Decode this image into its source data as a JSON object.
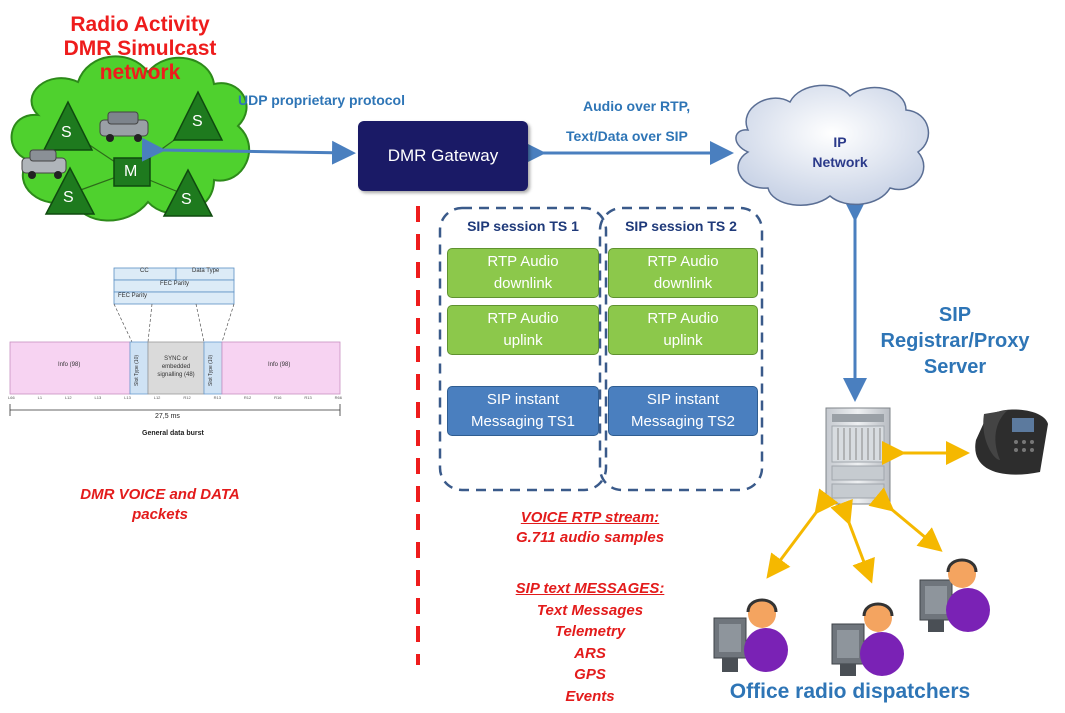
{
  "network": {
    "title_line1": "Radio Activity",
    "title_line2": "DMR Simulcast",
    "title_line3": "network",
    "site_s": "S",
    "site_m": "M"
  },
  "links": {
    "udp": "UDP proprietary protocol",
    "audio_rtp": "Audio over RTP,",
    "text_sip": "Text/Data over SIP"
  },
  "gateway": {
    "label": "DMR Gateway"
  },
  "ip_network": {
    "line1": "IP",
    "line2": "Network"
  },
  "sip_server": {
    "line1": "SIP",
    "line2": "Registrar/Proxy",
    "line3": "Server"
  },
  "sessions": [
    {
      "title": "SIP session TS 1",
      "rtp_down": [
        "RTP Audio",
        "downlink"
      ],
      "rtp_up": [
        "RTP Audio",
        "uplink"
      ],
      "im": [
        "SIP instant",
        "Messaging TS1"
      ]
    },
    {
      "title": "SIP session TS 2",
      "rtp_down": [
        "RTP Audio",
        "downlink"
      ],
      "rtp_up": [
        "RTP Audio",
        "uplink"
      ],
      "im": [
        "SIP instant",
        "Messaging TS2"
      ]
    }
  ],
  "burst": {
    "cc": "CC",
    "data_type": "Data Type",
    "fec1": "FEC Parity",
    "fec2": "FEC Parity",
    "info_left": "Info (98)",
    "info_right": "Info (98)",
    "slot_type_left": "Slot Type (10)",
    "slot_type_right": "Slot Type (10)",
    "sync1": "SYNC or",
    "sync2": "embedded",
    "sync3": "signalling (48)",
    "duration": "27,5 ms",
    "caption": "General data burst",
    "ticks": [
      "L66",
      "L1",
      "L12",
      "L13",
      "L13",
      "L12",
      "R12",
      "R13",
      "R12",
      "R16",
      "R13",
      "R66"
    ]
  },
  "dmr_packets": {
    "line1": "DMR VOICE and DATA",
    "line2": "packets"
  },
  "voice_stream": {
    "line1": "VOICE RTP stream:",
    "line2": "G.711 audio samples"
  },
  "sip_messages": {
    "heading": "SIP text MESSAGES:",
    "items": [
      "Text Messages",
      "Telemetry",
      "ARS",
      "GPS",
      "Events"
    ]
  },
  "dispatchers": {
    "label": "Office radio dispatchers"
  },
  "colors": {
    "red": "#ee1c1c",
    "blue_text": "#2e75b6",
    "gateway": "#1a1a66",
    "green_box": "#8cc84b",
    "blue_box": "#4a7fbf",
    "cloud": "#4fd12e",
    "arrow_blue": "#4a7fbf",
    "arrow_yellow": "#f5b800"
  }
}
